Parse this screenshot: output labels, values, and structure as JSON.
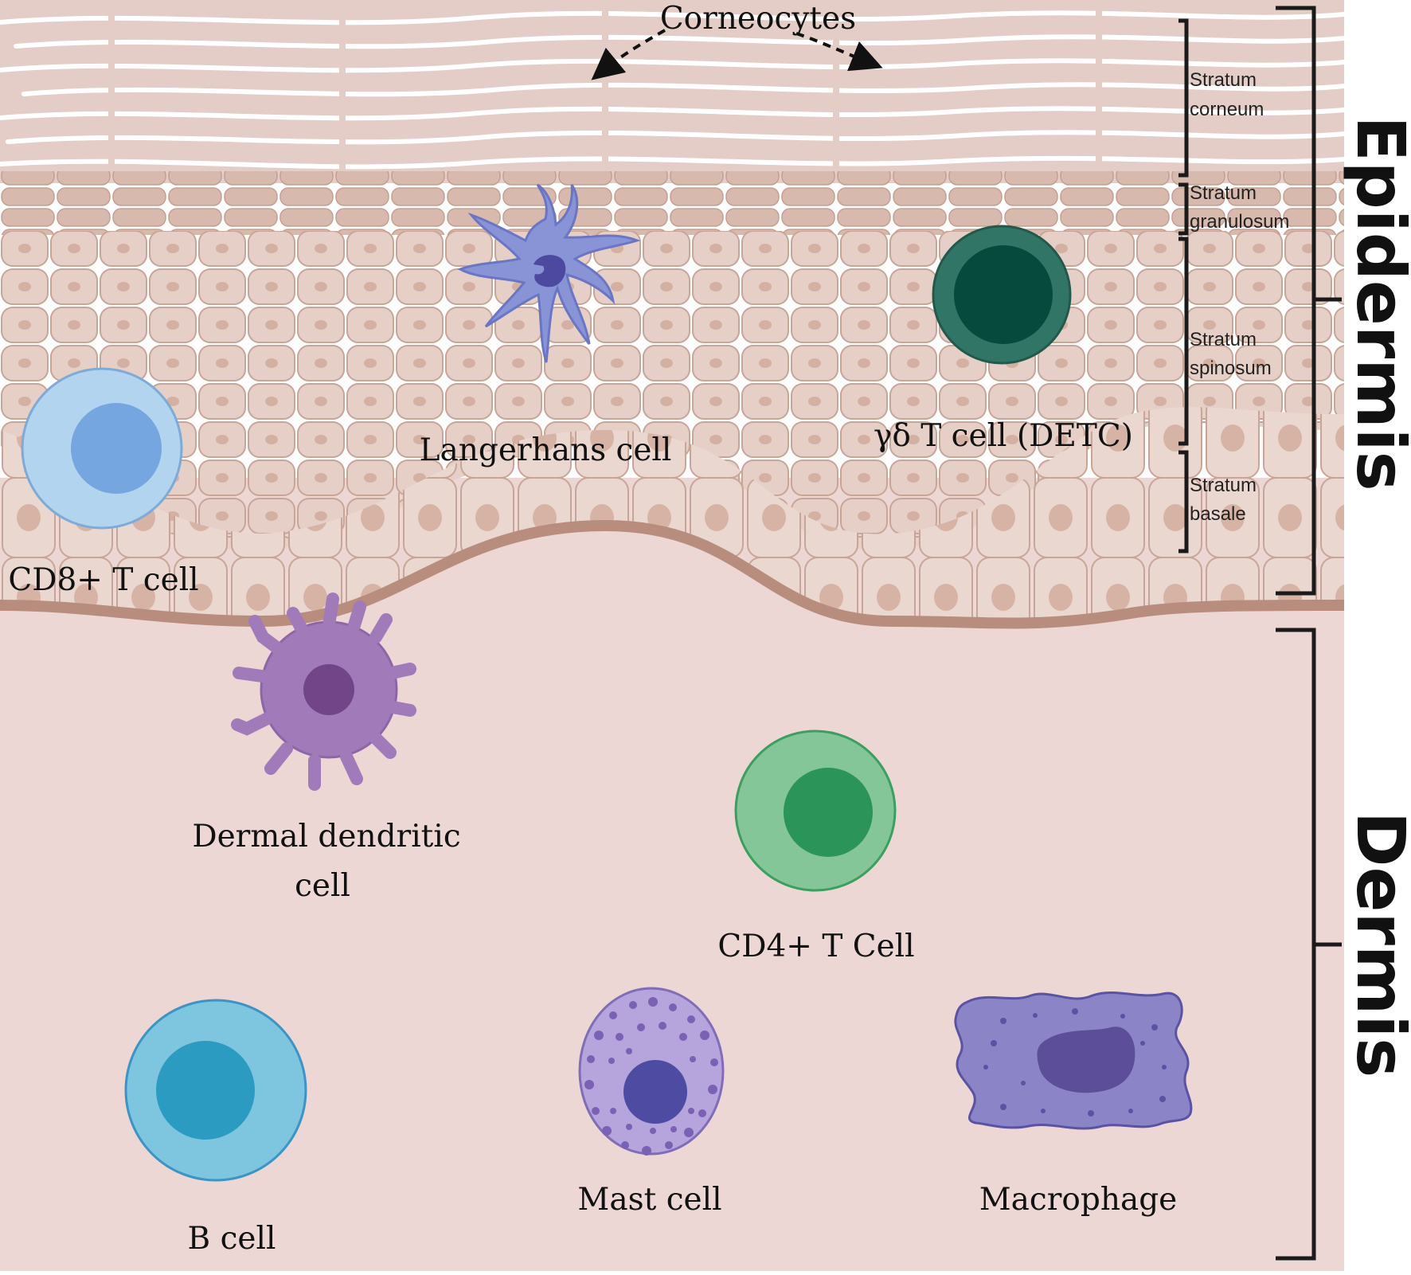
{
  "labels": {
    "corneocytes": "Corneocytes",
    "langerhans": "Langerhans cell",
    "gd_tcell": "γδ T cell (DETC)",
    "cd8": "CD8+ T cell",
    "dermal_dc_line1": "Dermal dendritic",
    "dermal_dc_line2": "cell",
    "cd4": "CD4+ T Cell",
    "b_cell": "B cell",
    "mast_cell": "Mast cell",
    "macrophage": "Macrophage"
  },
  "strata": {
    "corneum": [
      "Stratum",
      "corneum"
    ],
    "granulosum": [
      "Stratum",
      "granulosum"
    ],
    "spinosum": [
      "Stratum",
      "spinosum"
    ],
    "basale": [
      "Stratum",
      "basale"
    ]
  },
  "layers": {
    "epidermis": "Epidermis",
    "dermis": "Dermis"
  },
  "colors": {
    "dermis_bg": "#ecd7d4",
    "corneum": "#e2cbc6",
    "spinous": "#d4b3a6",
    "basal_line": "#b88d7e",
    "langerhans": "#8894d6",
    "dermal_dc": "#a17bb9",
    "detc": "#317566",
    "cd8": "#b3d4ee",
    "cd4": "#84c697",
    "b_cell": "#7ec5e0",
    "mast_cell": "#b6a4dc",
    "macrophage": "#8b84c7"
  }
}
